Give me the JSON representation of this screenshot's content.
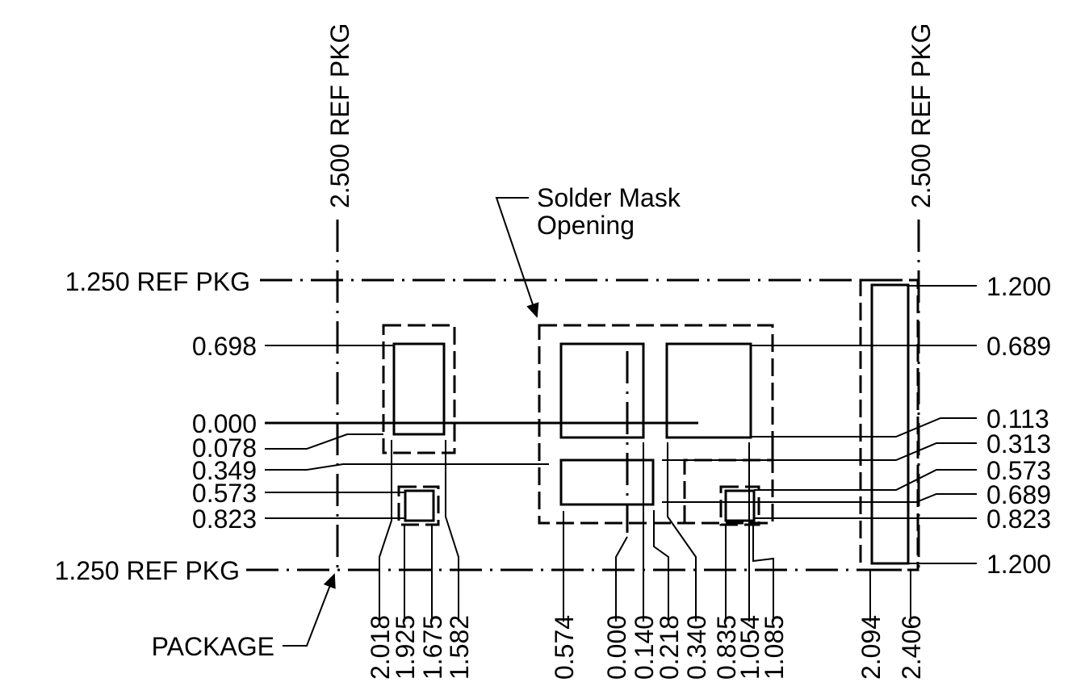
{
  "top_labels": {
    "left": "2.500 REF PKG",
    "right": "2.500 REF PKG"
  },
  "left_labels": {
    "ref_top": "1.250 REF PKG",
    "ref_bottom": "1.250 REF PKG",
    "y0698": "0.698",
    "y0000": "0.000",
    "y0078": "0.078",
    "y0349": "0.349",
    "y0573": "0.573",
    "y0823": "0.823"
  },
  "right_labels": {
    "y1200_top": "1.200",
    "y0689": "0.689",
    "y0113": "0.113",
    "y0313": "0.313",
    "y0573": "0.573",
    "y0689b": "0.689",
    "y0823": "0.823",
    "y1200_bottom": "1.200"
  },
  "bottom_labels": [
    "2.018",
    "1.925",
    "1.675",
    "1.582",
    "0.574",
    "0.000",
    "0.140",
    "0.218",
    "0.340",
    "0.835",
    "1.054",
    "1.085",
    "2.094",
    "2.406"
  ],
  "callouts": {
    "solder_mask_line1": "Solder Mask",
    "solder_mask_line2": "Opening",
    "package": "PACKAGE"
  }
}
